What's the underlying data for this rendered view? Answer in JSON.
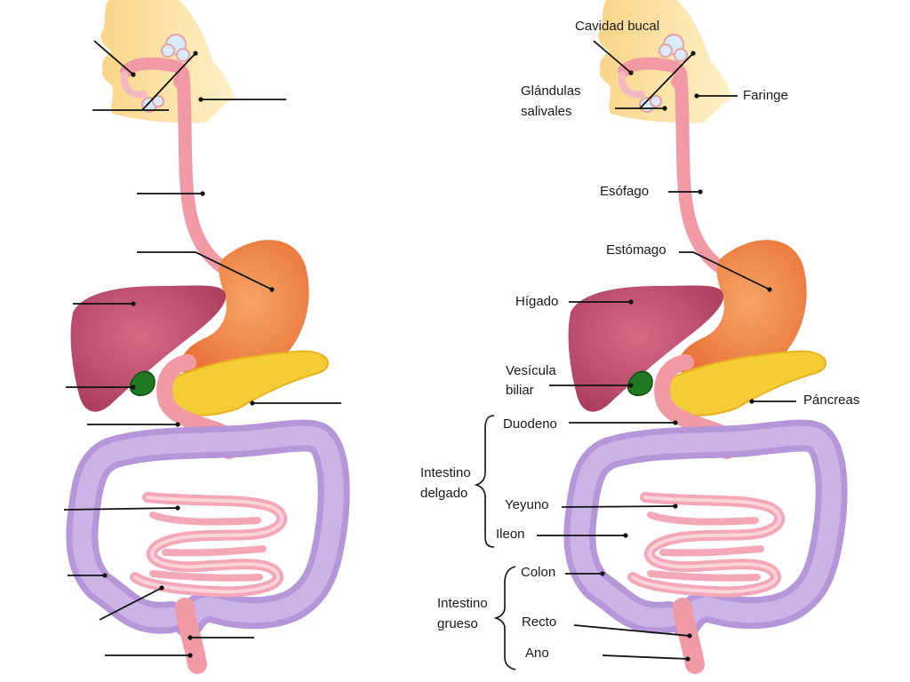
{
  "labels": {
    "cavidad_bucal": "Cavidad bucal",
    "glandulas_salivales_1": "Glándulas",
    "glandulas_salivales_2": "salivales",
    "faringe": "Faringe",
    "esofago": "Esófago",
    "estomago": "Estómago",
    "higado": "Hígado",
    "vesicula_1": "Vesícula",
    "vesicula_2": "biliar",
    "pancreas": "Páncreas",
    "duodeno": "Duodeno",
    "intestino_delgado_1": "Intestino",
    "intestino_delgado_2": "delgado",
    "yeyuno": "Yeyuno",
    "ileon": "Ileon",
    "colon": "Colon",
    "intestino_grueso_1": "Intestino",
    "intestino_grueso_2": "grueso",
    "recto": "Recto",
    "ano": "Ano"
  },
  "colors": {
    "face": "#f7c66a",
    "esophagus": "#f19aa6",
    "stomach": "#f18a4e",
    "liver": "#c04a6c",
    "gallbladder": "#1f7a23",
    "pancreas": "#f4cc36",
    "colon": "#b596d8",
    "small_intestine": "#f4a7b6",
    "salivary": "#cfe6f6",
    "leader": "#111111"
  }
}
